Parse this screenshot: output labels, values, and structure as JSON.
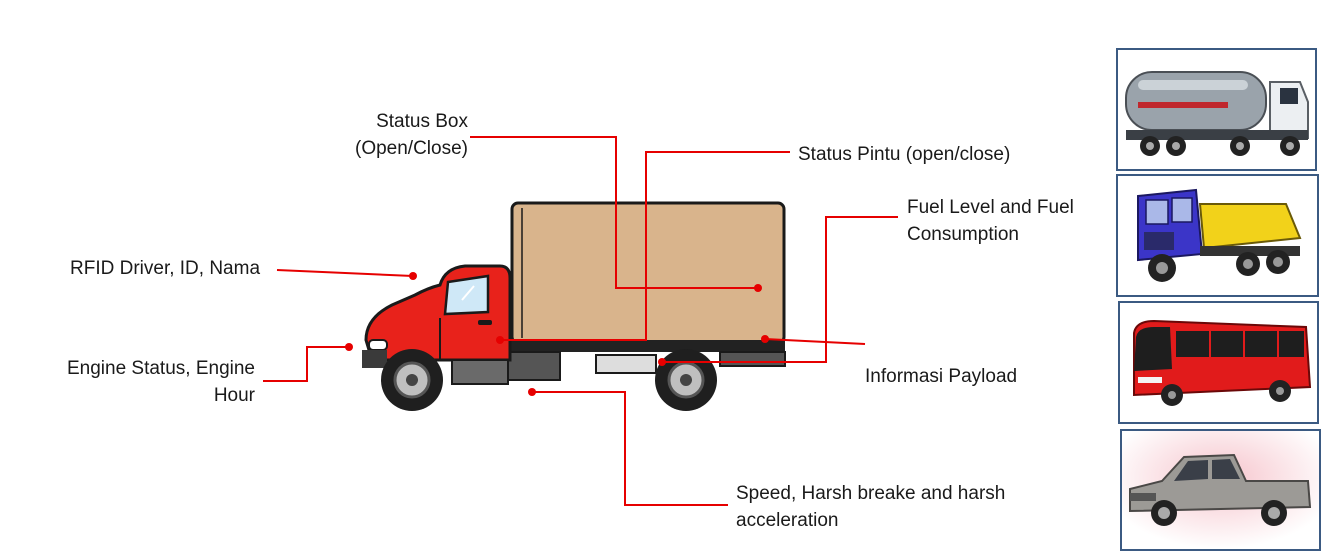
{
  "callouts": {
    "status_box": "Status Box\n(Open/Close)",
    "status_pintu": "Status Pintu (open/close)",
    "fuel": "Fuel Level and Fuel\nConsumption",
    "rfid": "RFID Driver, ID, Nama",
    "engine": "Engine Status, Engine\nHour",
    "payload": "Informasi Payload",
    "speed": "Speed, Harsh breake and harsh\nacceleration"
  },
  "colors": {
    "leader_line": "#e60000",
    "cab": "#e8221b",
    "cargo_box": "#d9b48c",
    "thumb_border": "#3b5a82"
  },
  "thumbnails": [
    {
      "name": "tanker-truck-icon"
    },
    {
      "name": "dump-truck-icon"
    },
    {
      "name": "bus-icon"
    },
    {
      "name": "pickup-truck-icon"
    }
  ]
}
